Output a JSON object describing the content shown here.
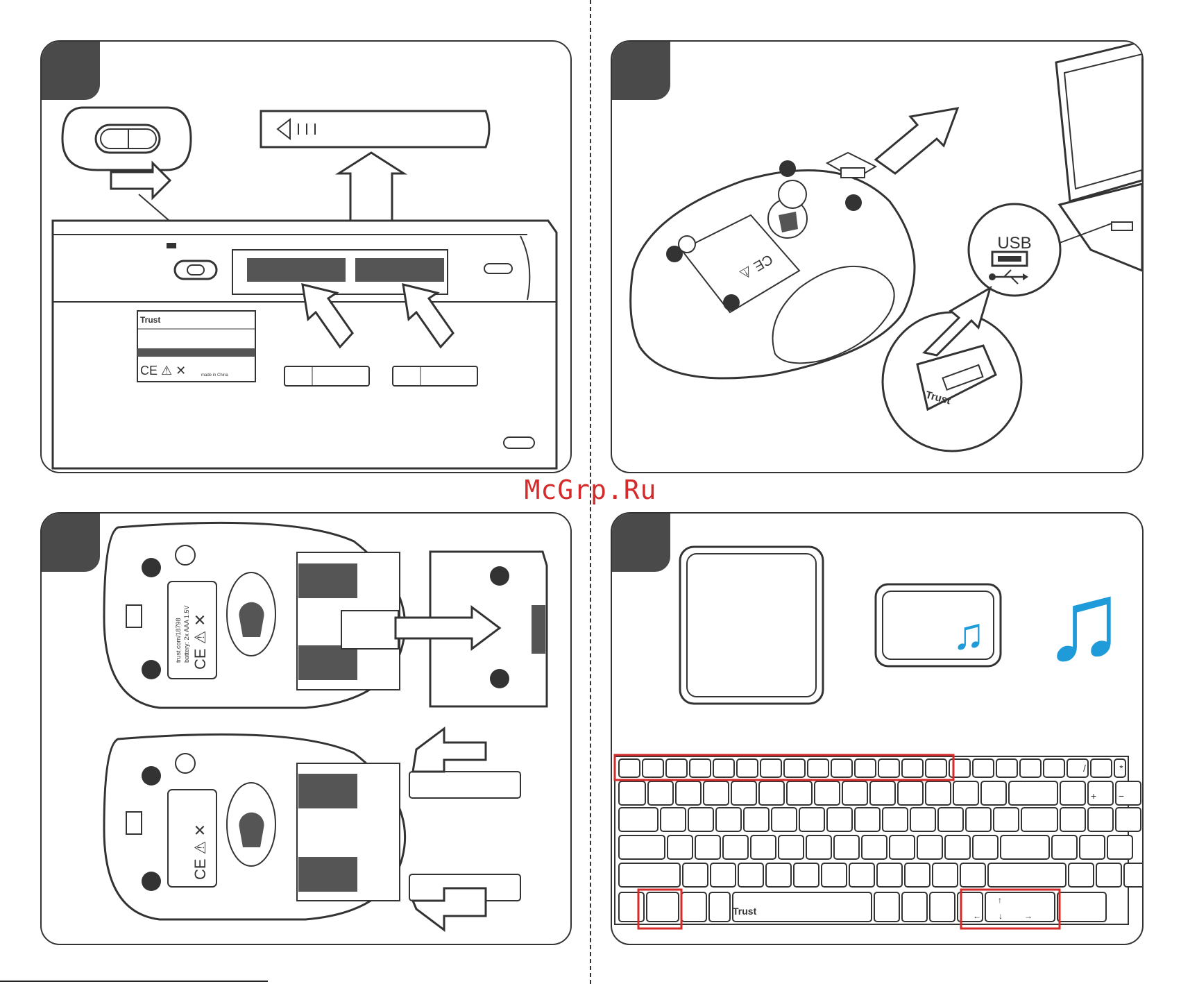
{
  "watermark": "McGrp.Ru",
  "brand": "Trust",
  "usb_label": "USB",
  "label_text": {
    "made_in": "made in China",
    "url": "trust.com/18798",
    "battery": "battery: 2x AAA 1.5V"
  },
  "keyboard": {
    "keypad_slash": "/",
    "keypad_star": "*",
    "keypad_plus": "+",
    "keypad_minus": "−",
    "arrow_up": "↑",
    "arrow_down": "↓",
    "arrow_left": "←",
    "arrow_right": "→"
  },
  "colors": {
    "outline": "#333333",
    "panel_tab": "#4a4a4a",
    "highlight": "#d42a2a",
    "music_blue": "#1f9bd9",
    "fill_dark": "#555555"
  },
  "icons": [
    "music-note-icon",
    "play-pause-icon",
    "prev-track-icon",
    "next-track-icon",
    "volume-down-icon",
    "volume-up-icon",
    "browser-icon",
    "home-icon",
    "search-icon",
    "favorites-icon",
    "mail-icon",
    "calculator-icon",
    "my-computer-icon",
    "windows-icon",
    "menu-icon",
    "usb-symbol-icon"
  ]
}
